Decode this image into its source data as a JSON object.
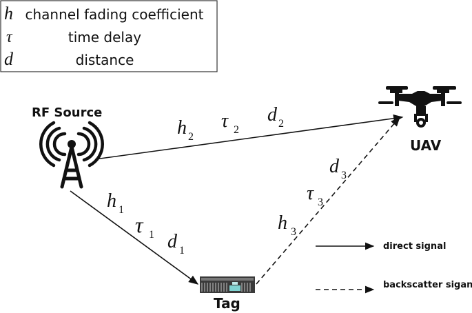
{
  "legend": {
    "items": [
      {
        "symbol": "h",
        "text": "channel fading coefficient"
      },
      {
        "symbol": "τ",
        "text": "time delay"
      },
      {
        "symbol": "d",
        "text": "distance"
      }
    ]
  },
  "nodes": {
    "rf_source": "RF Source",
    "uav": "UAV",
    "tag": "Tag"
  },
  "links": {
    "direct": {
      "h": "h",
      "h_sub": "2",
      "tau": "τ",
      "tau_sub": "2",
      "d": "d",
      "d_sub": "2"
    },
    "source_to_tag": {
      "h": "h",
      "h_sub": "1",
      "tau": "τ",
      "tau_sub": "1",
      "d": "d",
      "d_sub": "1"
    },
    "tag_to_uav": {
      "h": "h",
      "h_sub": "3",
      "tau": "τ",
      "tau_sub": "3",
      "d": "d",
      "d_sub": "3"
    }
  },
  "signal_key": {
    "direct_label": "direct signal",
    "backscatter_label": "backscatter siganl"
  }
}
